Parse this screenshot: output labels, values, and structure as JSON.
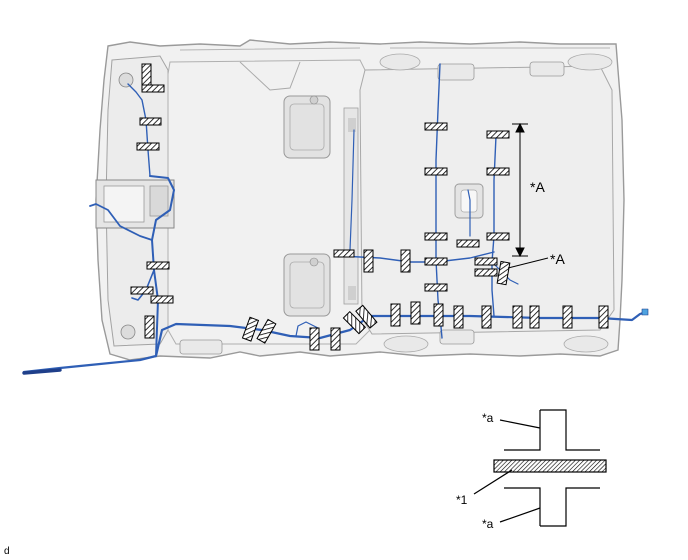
{
  "labels": {
    "dim_A_vertical": "*A",
    "dim_A_side": "*A",
    "detail_a_top": "*a",
    "detail_a_bottom": "*a",
    "detail_1": "*1",
    "corner_code": "d"
  },
  "colors": {
    "harness": "#2f5fb6",
    "harness_dark": "#1f3f8a",
    "panel_outline": "#9a9a9a",
    "panel_fill": "#f1f1f1",
    "clamp_hatch": "#000000"
  }
}
